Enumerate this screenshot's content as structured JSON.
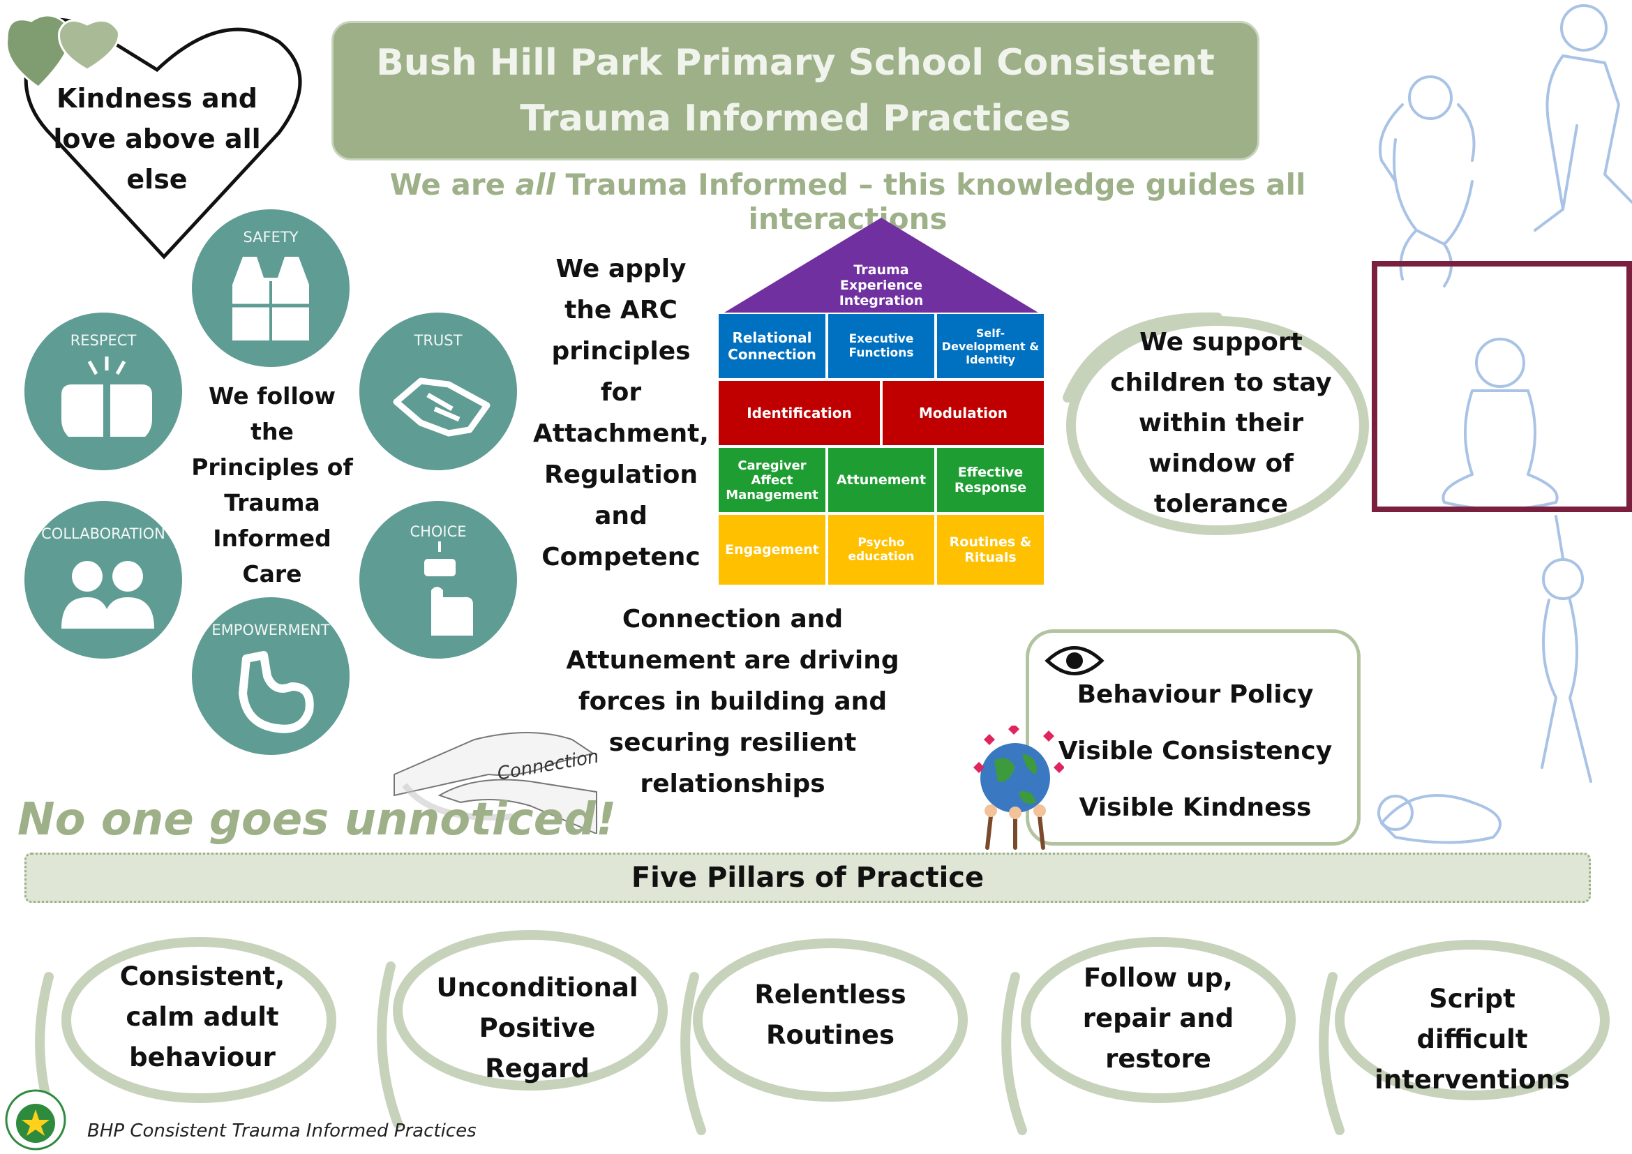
{
  "title": "Bush Hill Park Primary School Consistent Trauma Informed Practices",
  "subtitle": {
    "pre": "We are ",
    "emph": "all",
    "post": " Trauma Informed – this knowledge guides all interactions"
  },
  "heart_text": "Kindness and love above all else",
  "principles": {
    "safety": "SAFETY",
    "respect": "RESPECT",
    "trust": "TRUST",
    "collaboration": "COLLABORATION",
    "choice": "CHOICE",
    "empowerment": "EMPOWERMENT"
  },
  "follow_text": "We follow the Principles of Trauma Informed Care",
  "arc_text": "We apply the ARC principles for Attachment, Regulation and Competenc",
  "house": {
    "roof": "Trauma Experience Integration",
    "relational": "Relational Connection",
    "executive": "Executive Functions",
    "self_dev": "Self-Development & Identity",
    "identification": "Identification",
    "modulation": "Modulation",
    "caregiver": "Caregiver Affect Management",
    "attunement": "Attunement",
    "effective": "Effective Response",
    "engagement": "Engagement",
    "psycho": "Psycho education",
    "routines": "Routines & Rituals"
  },
  "connection_text": "Connection and Attunement are driving forces in building and securing resilient relationships",
  "connection_word": "Connection",
  "window_text": "We support children to stay within their window of tolerance",
  "policy": {
    "behaviour": "Behaviour Policy",
    "consistency": "Visible Consistency",
    "kindness": "Visible Kindness"
  },
  "unnoticed": "No one goes unnoticed!",
  "pillars_title": "Five Pillars of Practice",
  "pillars": [
    "Consistent, calm adult behaviour",
    "Unconditional Positive Regard",
    "Relentless Routines",
    "Follow up, repair and restore",
    "Script difficult interventions"
  ],
  "footer": "BHP Consistent Trauma Informed Practices",
  "colors": {
    "green": "#9db088",
    "teal": "#5f9c94",
    "house_purple": "#7030a0",
    "house_blue": "#0070c0",
    "house_red": "#c00000",
    "house_green": "#1e9e32",
    "house_yellow": "#ffc000",
    "maroon": "#7a1f3d"
  }
}
